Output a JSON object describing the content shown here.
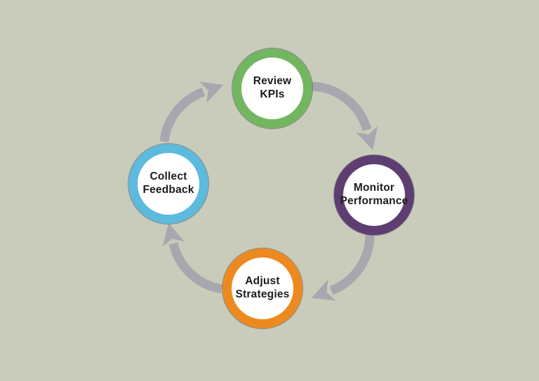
{
  "diagram": {
    "type": "cycle",
    "direction": "clockwise",
    "background_color": "#c9ccbb",
    "arrow_color": "#a8a7af",
    "text_color": "#1c1c1c",
    "nodes": [
      {
        "id": "review-kpis",
        "label": "Review KPIs",
        "lines": [
          "Review",
          "KPIs"
        ],
        "ring_color": "#72b660",
        "position": "top"
      },
      {
        "id": "monitor-performance",
        "label": "Monitor Performance",
        "lines": [
          "Monitor",
          "Performance"
        ],
        "ring_color": "#5e3e72",
        "position": "right"
      },
      {
        "id": "adjust-strategies",
        "label": "Adjust Strategies",
        "lines": [
          "Adjust",
          "Strategies"
        ],
        "ring_color": "#ed8a1f",
        "position": "bottom"
      },
      {
        "id": "collect-feedback",
        "label": "Collect Feedback",
        "lines": [
          "Collect",
          "Feedback"
        ],
        "ring_color": "#5cbadd",
        "position": "left"
      }
    ],
    "arrows": [
      {
        "from": "collect-feedback",
        "to": "review-kpis"
      },
      {
        "from": "review-kpis",
        "to": "monitor-performance"
      },
      {
        "from": "monitor-performance",
        "to": "adjust-strategies"
      },
      {
        "from": "adjust-strategies",
        "to": "collect-feedback"
      }
    ]
  }
}
